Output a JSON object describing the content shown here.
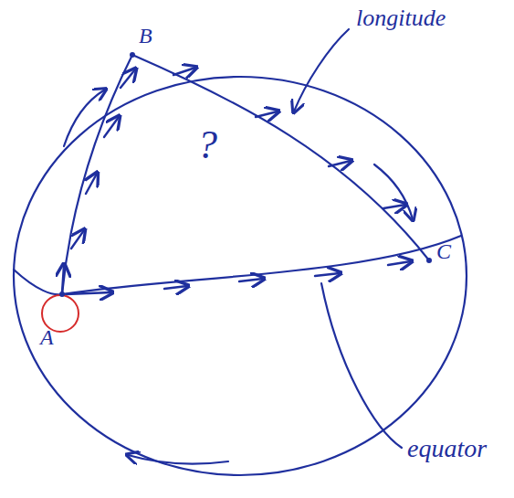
{
  "diagram": {
    "labels": [
      "longitude",
      "?",
      "A",
      "B",
      "C",
      "equator"
    ]
  }
}
